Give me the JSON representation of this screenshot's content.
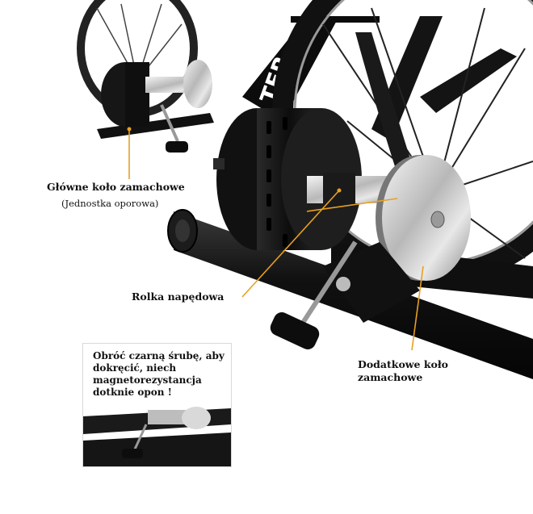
{
  "labels": {
    "main_flywheel": "Główne koło zamachowe",
    "main_flywheel_sub": "(Jednostka oporowa)",
    "drive_roller": "Rolka napędowa",
    "extra_flywheel_line1": "Dodatkowe koło",
    "extra_flywheel_line2": "zamachowe",
    "frame_text": "TER"
  },
  "inset": {
    "instruction_line1": "Obróć czarną śrubę, aby",
    "instruction_line2": "dokręcić, niech",
    "instruction_line3": "magnetorezystancja",
    "instruction_line4": "dotknie opon !"
  },
  "colors": {
    "pointer": "#e8a020",
    "metal": "#c9c9c9",
    "black": "#141414"
  }
}
